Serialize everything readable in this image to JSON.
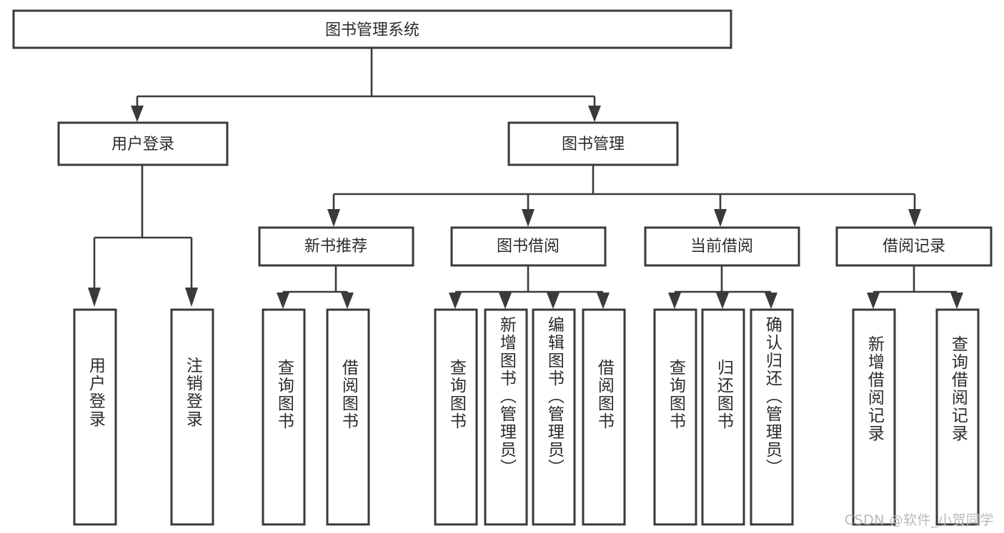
{
  "diagram": {
    "type": "tree-hierarchy",
    "title": "图书管理系统",
    "watermark": "CSDN @软件_小贺同学",
    "root": {
      "id": "root",
      "label": "图书管理系统",
      "orientation": "horizontal"
    },
    "level2": [
      {
        "id": "user-login",
        "label": "用户登录",
        "orientation": "horizontal"
      },
      {
        "id": "book-manage",
        "label": "图书管理",
        "orientation": "horizontal"
      }
    ],
    "level3": [
      {
        "id": "new-book-recommend",
        "label": "新书推荐",
        "orientation": "horizontal",
        "parent": "book-manage"
      },
      {
        "id": "book-borrow",
        "label": "图书借阅",
        "orientation": "horizontal",
        "parent": "book-manage"
      },
      {
        "id": "current-borrow",
        "label": "当前借阅",
        "orientation": "horizontal",
        "parent": "book-manage"
      },
      {
        "id": "borrow-record",
        "label": "借阅记录",
        "orientation": "horizontal",
        "parent": "book-manage"
      }
    ],
    "leaves": [
      {
        "id": "leaf-user-login",
        "label": "用户登录",
        "orientation": "vertical",
        "parent": "user-login"
      },
      {
        "id": "leaf-logout",
        "label": "注销登录",
        "orientation": "vertical",
        "parent": "user-login"
      },
      {
        "id": "leaf-query-book-1",
        "label": "查询图书",
        "orientation": "vertical",
        "parent": "new-book-recommend"
      },
      {
        "id": "leaf-borrow-book-1",
        "label": "借阅图书",
        "orientation": "vertical",
        "parent": "new-book-recommend"
      },
      {
        "id": "leaf-query-book-2",
        "label": "查询图书",
        "orientation": "vertical",
        "parent": "book-borrow"
      },
      {
        "id": "leaf-add-book",
        "label": "新增图书（管理员）",
        "orientation": "vertical",
        "parent": "book-borrow"
      },
      {
        "id": "leaf-edit-book",
        "label": "编辑图书（管理员）",
        "orientation": "vertical",
        "parent": "book-borrow"
      },
      {
        "id": "leaf-borrow-book-2",
        "label": "借阅图书",
        "orientation": "vertical",
        "parent": "book-borrow"
      },
      {
        "id": "leaf-query-book-3",
        "label": "查询图书",
        "orientation": "vertical",
        "parent": "current-borrow"
      },
      {
        "id": "leaf-return-book",
        "label": "归还图书",
        "orientation": "vertical",
        "parent": "current-borrow"
      },
      {
        "id": "leaf-confirm-return",
        "label": "确认归还（管理员）",
        "orientation": "vertical",
        "parent": "current-borrow"
      },
      {
        "id": "leaf-add-record",
        "label": "新增借阅记录",
        "orientation": "vertical",
        "parent": "borrow-record"
      },
      {
        "id": "leaf-query-record",
        "label": "查询借阅记录",
        "orientation": "vertical",
        "parent": "borrow-record"
      }
    ],
    "colors": {
      "stroke": "#3a3a3a",
      "fill": "#ffffff",
      "text": "#2b2b2b",
      "watermark": "#b9b9b9",
      "background": "#ffffff"
    }
  }
}
